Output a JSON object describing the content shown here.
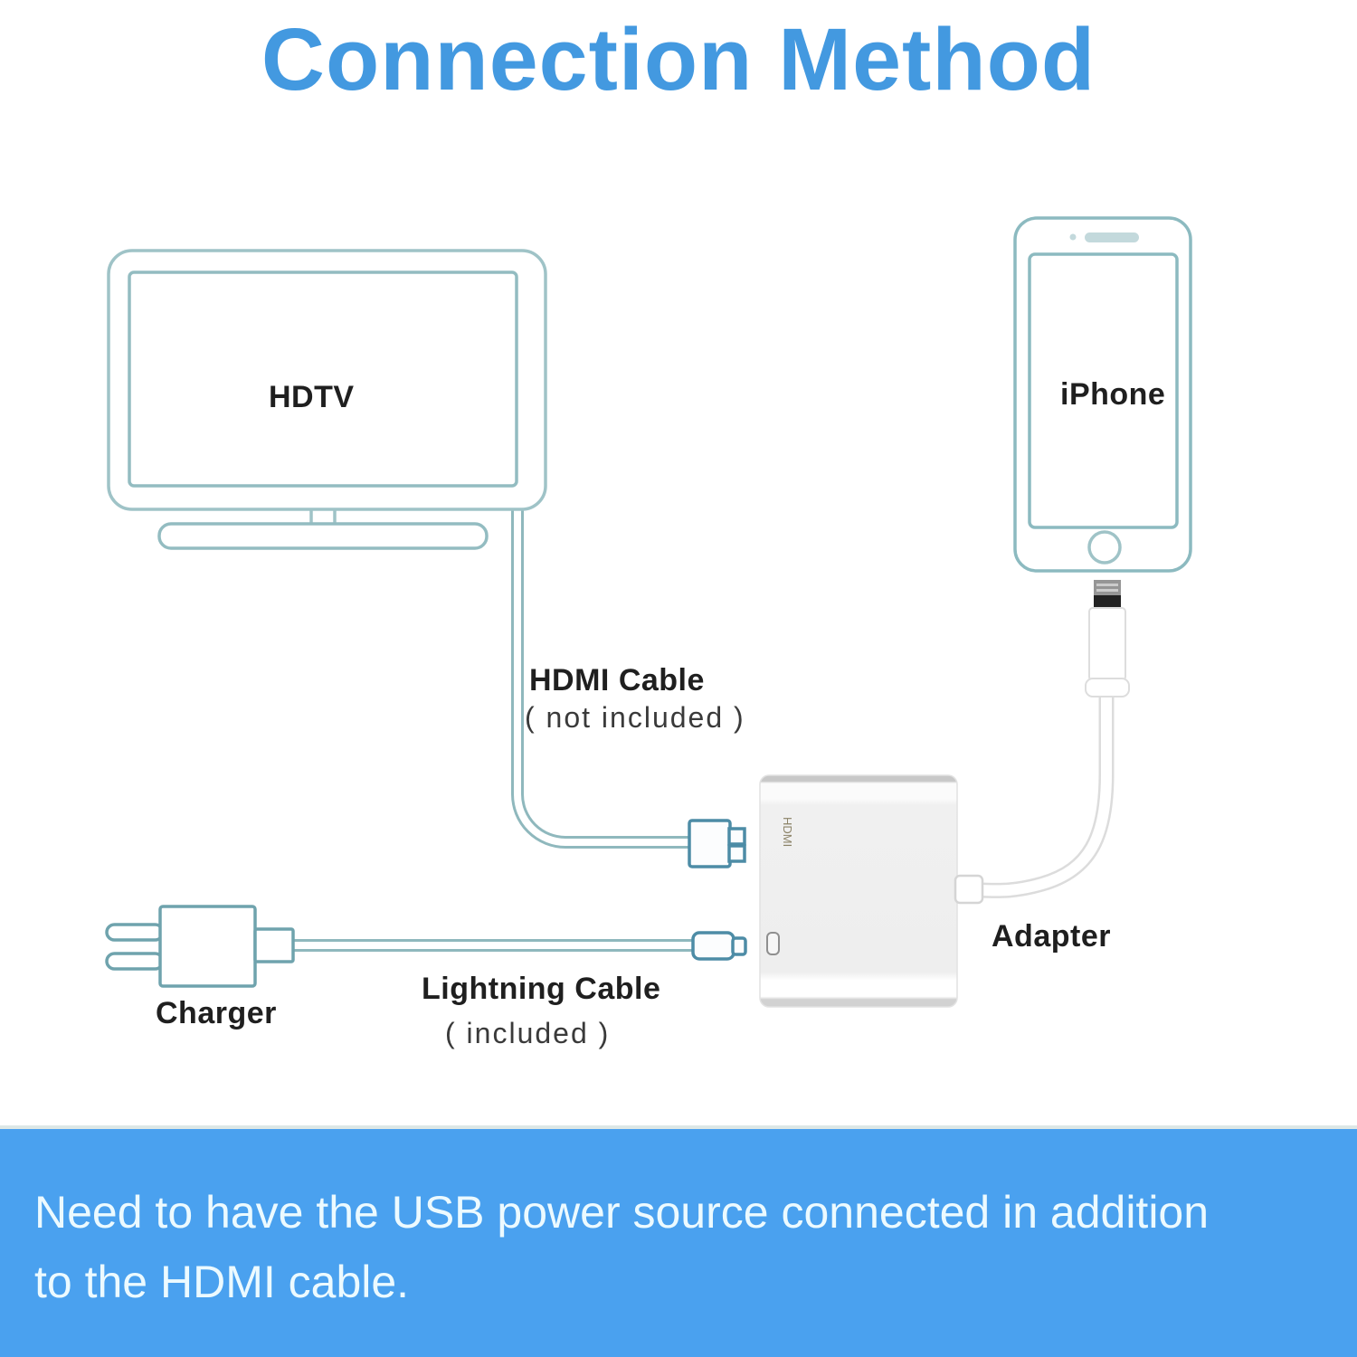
{
  "title": {
    "text": "Connection Method",
    "color": "#4399e0"
  },
  "diagram": {
    "hdtv": {
      "label": "HDTV"
    },
    "iphone": {
      "label": "iPhone"
    },
    "adapter": {
      "label": "Adapter",
      "hdmi_port_label": "HDMI"
    },
    "charger": {
      "label": "Charger"
    },
    "hdmi_cable": {
      "label": "HDMI Cable",
      "note": "( not included )"
    },
    "lightning_cable": {
      "label": "Lightning Cable",
      "note": "( included )"
    },
    "line_color": "#8fb8bd",
    "outline_color": "#9fc3c7",
    "connector_color": "#4d8ca6"
  },
  "banner": {
    "line1": "Need to have the USB power source connected in addition",
    "line2": "to the HDMI cable.",
    "bg_color": "#4aa1ef",
    "text_color": "#ecfaff"
  }
}
